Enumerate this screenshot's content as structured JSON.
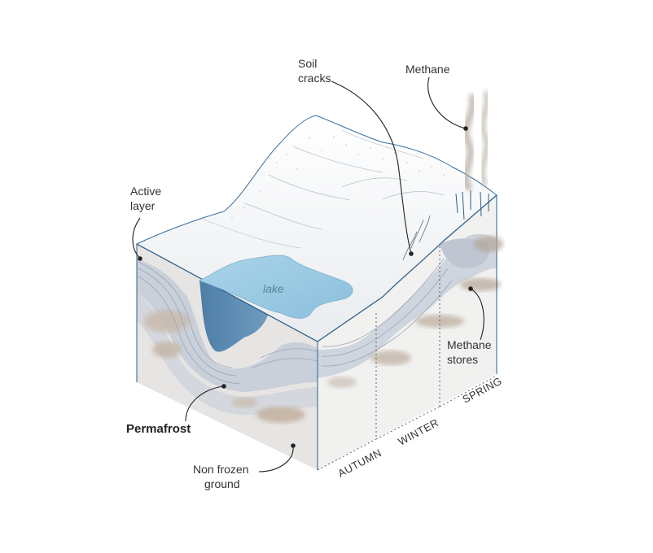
{
  "labels": {
    "soil_cracks": [
      "Soil",
      "cracks"
    ],
    "methane": "Methane",
    "active_layer": [
      "Active",
      "layer"
    ],
    "lake": "lake",
    "methane_stores": [
      "Methane",
      "stores"
    ],
    "permafrost": "Permafrost",
    "non_frozen_ground": [
      "Non frozen",
      "ground"
    ],
    "seasons": [
      "AUTUMN",
      "WINTER",
      "SPRING"
    ]
  },
  "colors": {
    "snow": "#eef1f3",
    "lake_top": "#9fcbe2",
    "lake_depth": "#5f8fb5",
    "permafrost_band": "#c5cbd6",
    "ground": "#d9d6d2",
    "methane_smoke": "#b8aea4",
    "edge": "#2a5d8a"
  }
}
